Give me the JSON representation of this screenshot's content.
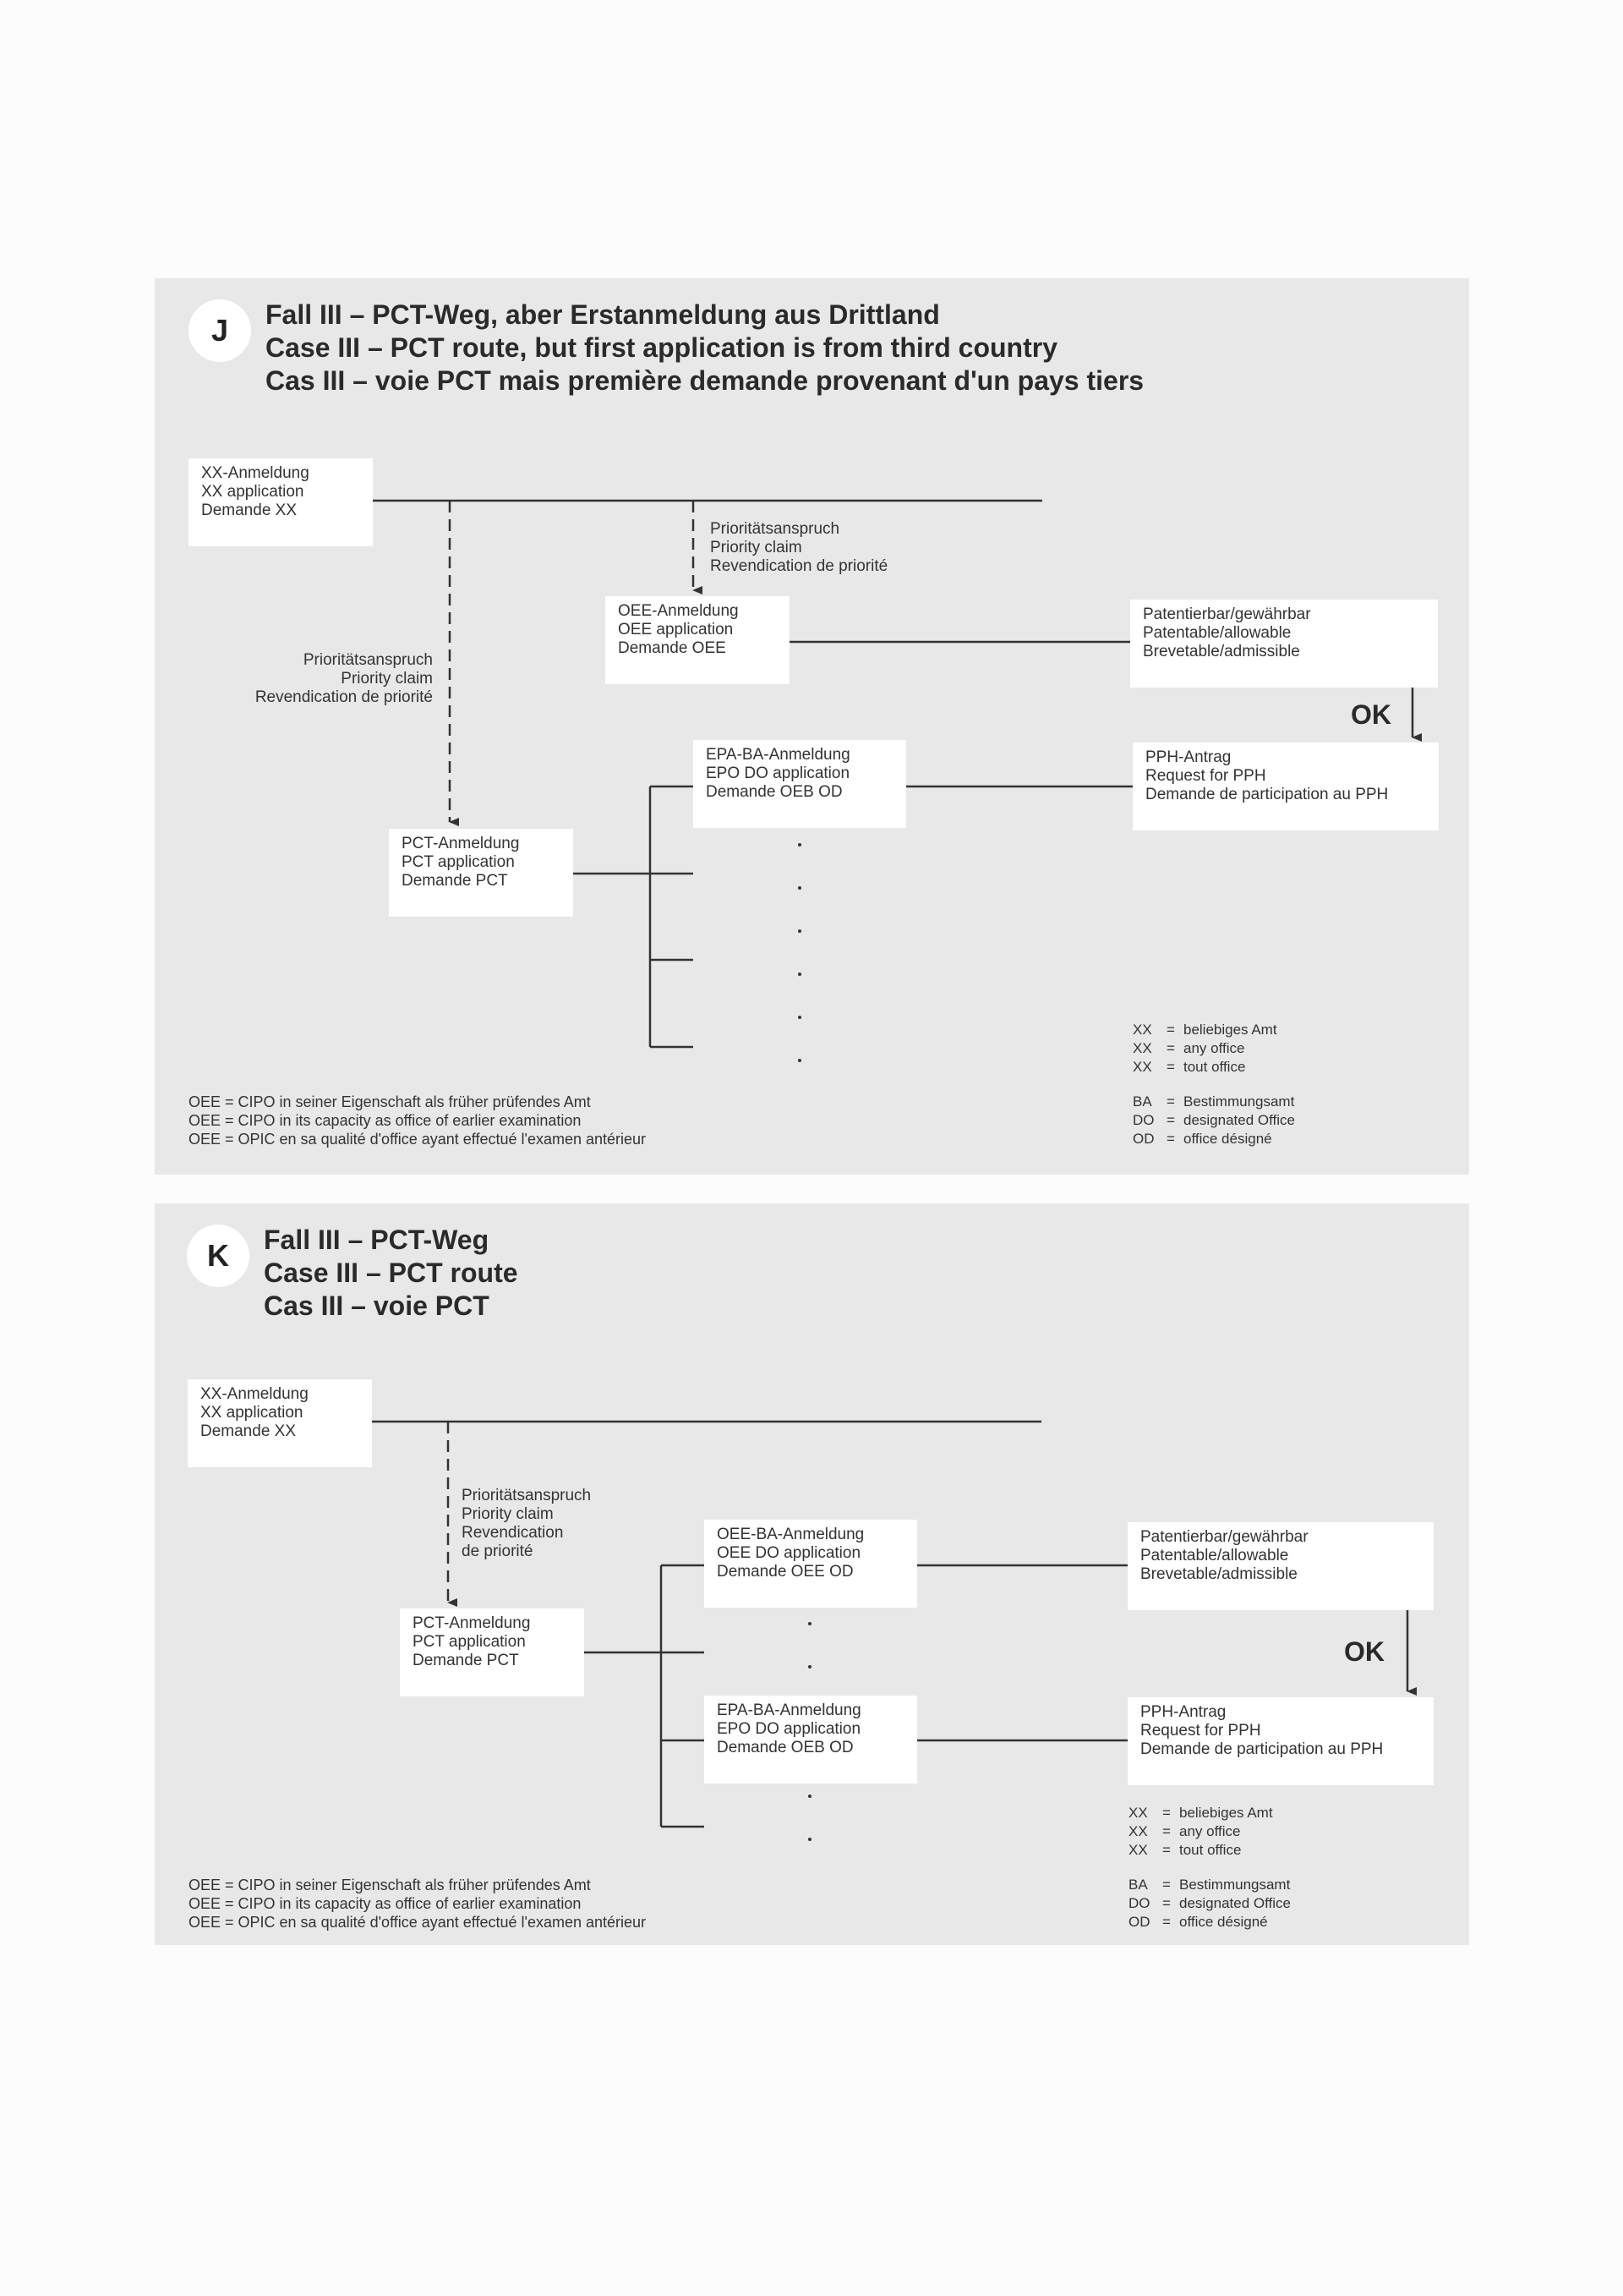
{
  "panel_j": {
    "badge": "J",
    "title_de": "Fall III – PCT-Weg, aber Erstanmeldung aus Drittland",
    "title_en": "Case III – PCT route, but first application is from third country",
    "title_fr": "Cas III – voie PCT mais première demande provenant d'un pays tiers",
    "xx_box": [
      "XX-Anmeldung",
      "XX application",
      "Demande XX"
    ],
    "priority_top": [
      "Prioritätsanspruch",
      "Priority claim",
      "Revendication de priorité"
    ],
    "priority_left": [
      "Prioritätsanspruch",
      "Priority claim",
      "Revendication de priorité"
    ],
    "oee_box": [
      "OEE-Anmeldung",
      "OEE application",
      "Demande OEE"
    ],
    "patentable_box": [
      "Patentierbar/gewährbar",
      "Patentable/allowable",
      "Brevetable/admissible"
    ],
    "ok": "OK",
    "epa_box": [
      "EPA-BA-Anmeldung",
      "EPO DO application",
      "Demande OEB OD"
    ],
    "pph_box": [
      "PPH-Antrag",
      "Request for PPH",
      "Demande de participation au PPH"
    ],
    "pct_box": [
      "PCT-Anmeldung",
      "PCT application",
      "Demande PCT"
    ],
    "footnote": [
      "OEE = CIPO in seiner Eigenschaft als früher prüfendes Amt",
      "OEE = CIPO in its capacity as office of earlier examination",
      "OEE = OPIC en sa qualité d'office ayant effectué l'examen antérieur"
    ],
    "legend_xx": [
      {
        "abbr": "XX",
        "eq": "=",
        "text": "beliebiges Amt"
      },
      {
        "abbr": "XX",
        "eq": "=",
        "text": "any office"
      },
      {
        "abbr": "XX",
        "eq": "=",
        "text": "tout office"
      }
    ],
    "legend_ba": [
      {
        "abbr": "BA",
        "eq": "=",
        "text": "Bestimmungsamt"
      },
      {
        "abbr": "DO",
        "eq": "=",
        "text": "designated Office"
      },
      {
        "abbr": "OD",
        "eq": "=",
        "text": "office désigné"
      }
    ]
  },
  "panel_k": {
    "badge": "K",
    "title_de": "Fall III – PCT-Weg",
    "title_en": "Case III – PCT route",
    "title_fr": "Cas III – voie PCT",
    "xx_box": [
      "XX-Anmeldung",
      "XX application",
      "Demande XX"
    ],
    "priority": [
      "Prioritätsanspruch",
      "Priority claim",
      "Revendication",
      "de priorité"
    ],
    "pct_box": [
      "PCT-Anmeldung",
      "PCT application",
      "Demande PCT"
    ],
    "oee_ba_box": [
      "OEE-BA-Anmeldung",
      "OEE DO application",
      "Demande OEE OD"
    ],
    "epa_box": [
      "EPA-BA-Anmeldung",
      "EPO DO application",
      "Demande OEB OD"
    ],
    "patentable_box": [
      "Patentierbar/gewährbar",
      "Patentable/allowable",
      "Brevetable/admissible"
    ],
    "ok": "OK",
    "pph_box": [
      "PPH-Antrag",
      "Request for PPH",
      "Demande de participation au PPH"
    ],
    "footnote": [
      "OEE = CIPO in seiner Eigenschaft als früher prüfendes Amt",
      "OEE = CIPO in its capacity as office of earlier examination",
      "OEE = OPIC en sa qualité d'office ayant effectué l'examen antérieur"
    ],
    "legend_xx": [
      {
        "abbr": "XX",
        "eq": "=",
        "text": "beliebiges Amt"
      },
      {
        "abbr": "XX",
        "eq": "=",
        "text": "any office"
      },
      {
        "abbr": "XX",
        "eq": "=",
        "text": "tout office"
      }
    ],
    "legend_ba": [
      {
        "abbr": "BA",
        "eq": "=",
        "text": "Bestimmungsamt"
      },
      {
        "abbr": "DO",
        "eq": "=",
        "text": "designated Office"
      },
      {
        "abbr": "OD",
        "eq": "=",
        "text": "office désigné"
      }
    ]
  }
}
